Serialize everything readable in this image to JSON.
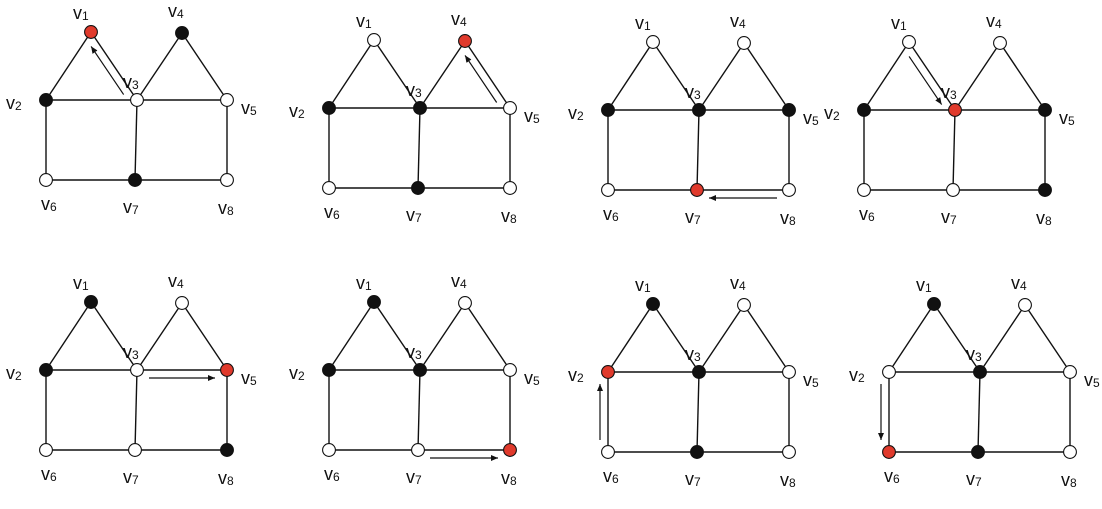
{
  "vertices": [
    {
      "id": "v1",
      "letter": "v",
      "index": "1"
    },
    {
      "id": "v2",
      "letter": "v",
      "index": "2"
    },
    {
      "id": "v3",
      "letter": "v",
      "index": "3"
    },
    {
      "id": "v4",
      "letter": "v",
      "index": "4"
    },
    {
      "id": "v5",
      "letter": "v",
      "index": "5"
    },
    {
      "id": "v6",
      "letter": "v",
      "index": "6"
    },
    {
      "id": "v7",
      "letter": "v",
      "index": "7"
    },
    {
      "id": "v8",
      "letter": "v",
      "index": "8"
    }
  ],
  "edges": [
    [
      "v1",
      "v2"
    ],
    [
      "v1",
      "v3"
    ],
    [
      "v2",
      "v3"
    ],
    [
      "v3",
      "v4"
    ],
    [
      "v4",
      "v5"
    ],
    [
      "v3",
      "v5"
    ],
    [
      "v2",
      "v6"
    ],
    [
      "v6",
      "v7"
    ],
    [
      "v3",
      "v7"
    ],
    [
      "v7",
      "v8"
    ],
    [
      "v5",
      "v8"
    ]
  ],
  "colors": {
    "black": "#111111",
    "white": "#ffffff",
    "red": "#e03a2c",
    "line": "#111111"
  },
  "panels": [
    {
      "states": {
        "v1": "red",
        "v2": "black",
        "v3": "white",
        "v4": "black",
        "v5": "white",
        "v6": "white",
        "v7": "black",
        "v8": "white"
      },
      "arrow": {
        "from": "v3",
        "to": "v1"
      }
    },
    {
      "states": {
        "v1": "white",
        "v2": "black",
        "v3": "black",
        "v4": "red",
        "v5": "white",
        "v6": "white",
        "v7": "black",
        "v8": "white"
      },
      "arrow": {
        "from": "v5",
        "to": "v4"
      }
    },
    {
      "states": {
        "v1": "white",
        "v2": "black",
        "v3": "black",
        "v4": "white",
        "v5": "black",
        "v6": "white",
        "v7": "red",
        "v8": "white"
      },
      "arrow": {
        "from": "v8",
        "to": "v7"
      }
    },
    {
      "states": {
        "v1": "white",
        "v2": "black",
        "v3": "red",
        "v4": "white",
        "v5": "black",
        "v6": "white",
        "v7": "white",
        "v8": "black"
      },
      "arrow": {
        "from": "v1",
        "to": "v3"
      }
    },
    {
      "states": {
        "v1": "black",
        "v2": "black",
        "v3": "white",
        "v4": "white",
        "v5": "red",
        "v6": "white",
        "v7": "white",
        "v8": "black"
      },
      "arrow": {
        "from": "v3",
        "to": "v5"
      }
    },
    {
      "states": {
        "v1": "black",
        "v2": "black",
        "v3": "black",
        "v4": "white",
        "v5": "white",
        "v6": "white",
        "v7": "white",
        "v8": "red"
      },
      "arrow": {
        "from": "v7",
        "to": "v8"
      }
    },
    {
      "states": {
        "v1": "black",
        "v2": "red",
        "v3": "black",
        "v4": "white",
        "v5": "white",
        "v6": "white",
        "v7": "black",
        "v8": "white"
      },
      "arrow": {
        "from": "v6",
        "to": "v2"
      }
    },
    {
      "states": {
        "v1": "black",
        "v2": "white",
        "v3": "black",
        "v4": "white",
        "v5": "white",
        "v6": "red",
        "v7": "black",
        "v8": "white"
      },
      "arrow": {
        "from": "v2",
        "to": "v6"
      }
    }
  ]
}
